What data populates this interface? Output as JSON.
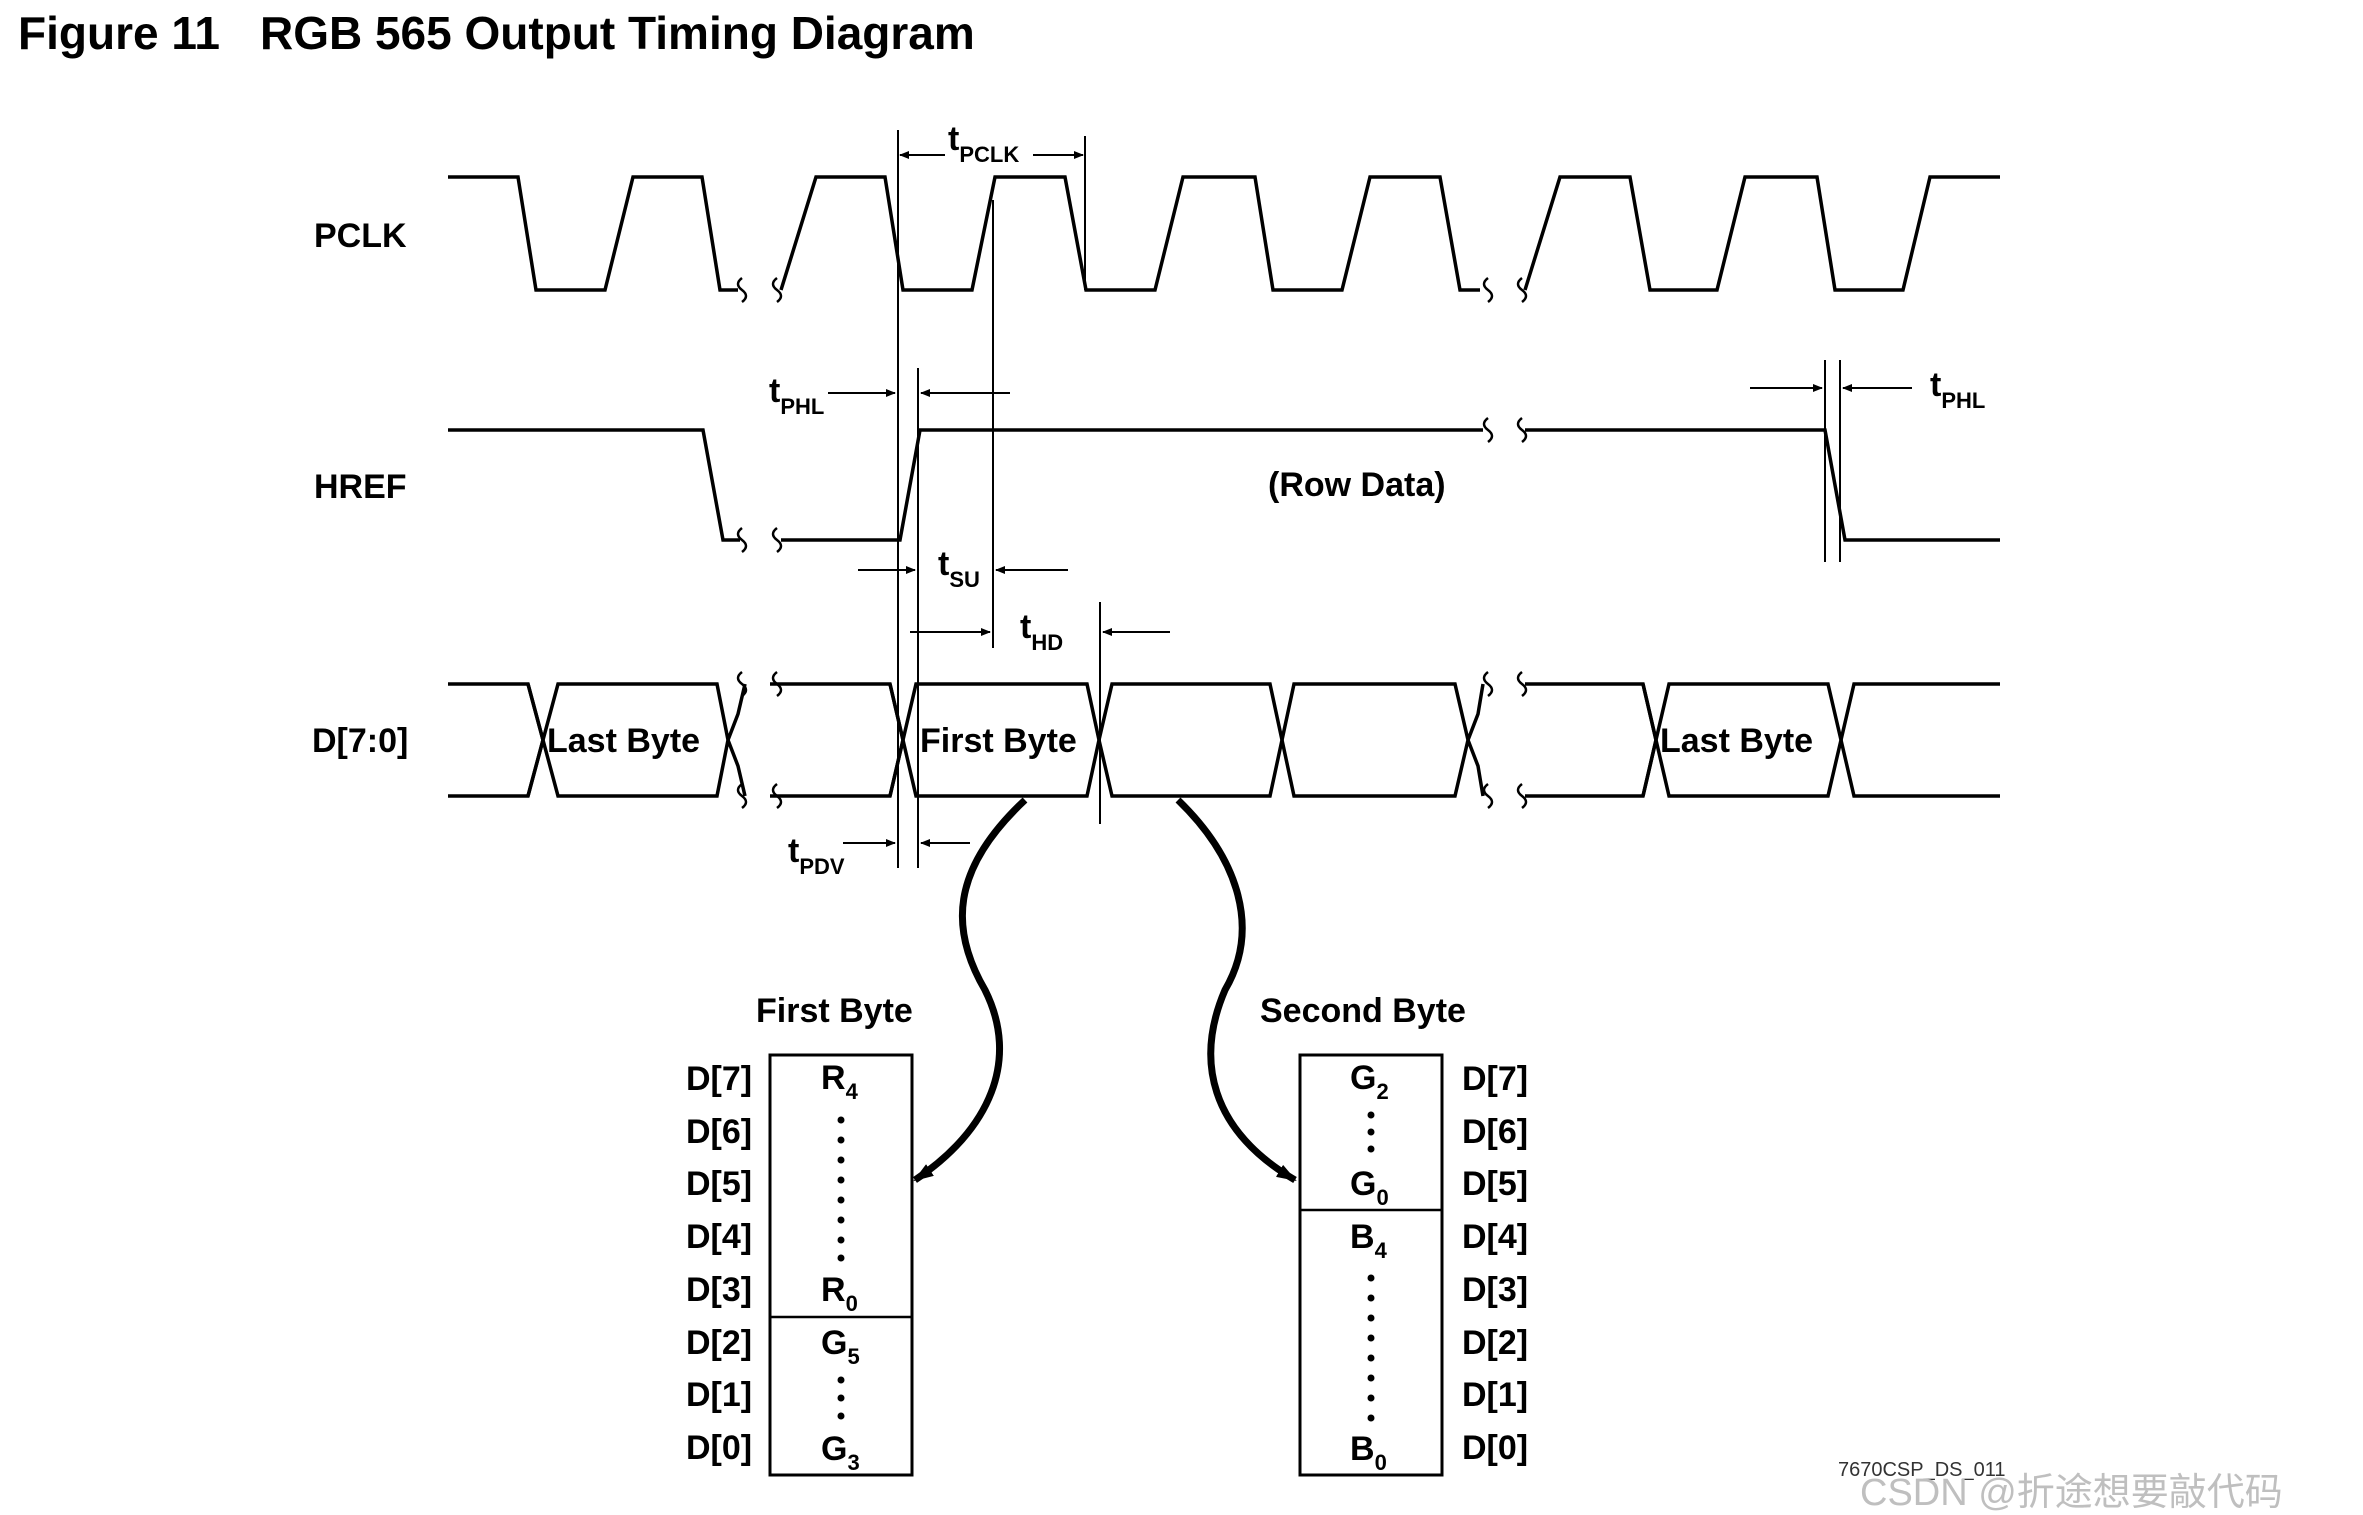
{
  "figure": {
    "number": "Figure 11",
    "title": "RGB 565 Output Timing Diagram"
  },
  "signals": {
    "pclk": "PCLK",
    "href": "HREF",
    "data": "D[7:0]"
  },
  "timing": {
    "t": "t",
    "pclk_sub": "PCLK",
    "phl_sub": "PHL",
    "su_sub": "SU",
    "hd_sub": "HD",
    "pdv_sub": "PDV"
  },
  "data_cells": {
    "last_byte": "Last Byte",
    "first_byte": "First Byte"
  },
  "row_data": "(Row Data)",
  "first_byte_box": {
    "title": "First Byte",
    "pins": [
      "D[7]",
      "D[6]",
      "D[5]",
      "D[4]",
      "D[3]",
      "D[2]",
      "D[1]",
      "D[0]"
    ],
    "r_top": "R",
    "r_top_sub": "4",
    "r_bot": "R",
    "r_bot_sub": "0",
    "g_top": "G",
    "g_top_sub": "5",
    "g_bot": "G",
    "g_bot_sub": "3"
  },
  "second_byte_box": {
    "title": "Second Byte",
    "pins": [
      "D[7]",
      "D[6]",
      "D[5]",
      "D[4]",
      "D[3]",
      "D[2]",
      "D[1]",
      "D[0]"
    ],
    "g_top": "G",
    "g_top_sub": "2",
    "g_bot": "G",
    "g_bot_sub": "0",
    "b_top": "B",
    "b_top_sub": "4",
    "b_bot": "B",
    "b_bot_sub": "0"
  },
  "figure_code": "7670CSP_DS_011",
  "watermark": "CSDN @折途想要敲代码"
}
